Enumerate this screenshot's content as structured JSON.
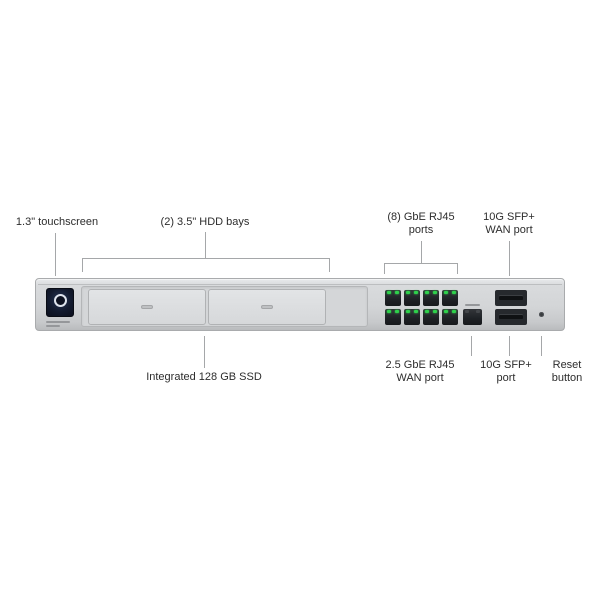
{
  "diagram": {
    "line_color": "#a5a7a9",
    "text_color": "#2d2d2d",
    "chassis_color": "#d3d5d7",
    "screen_color": "#121a2e",
    "led_green": "#2ed14b"
  },
  "callouts": {
    "touchscreen": "1.3\" touchscreen",
    "hdd_bays": "(2) 3.5\" HDD bays",
    "rj45_ports": "(8) GbE RJ45\nports",
    "sfp_wan": "10G SFP+\nWAN port",
    "ssd": "Integrated 128 GB SSD",
    "wan_2_5g": "2.5 GbE RJ45\nWAN port",
    "sfp_lan": "10G SFP+\nport",
    "reset": "Reset\nbutton"
  },
  "device": {
    "rj45_lan_port_count": 8,
    "sfp_port_count": 2,
    "hdd_bay_count": 2
  }
}
